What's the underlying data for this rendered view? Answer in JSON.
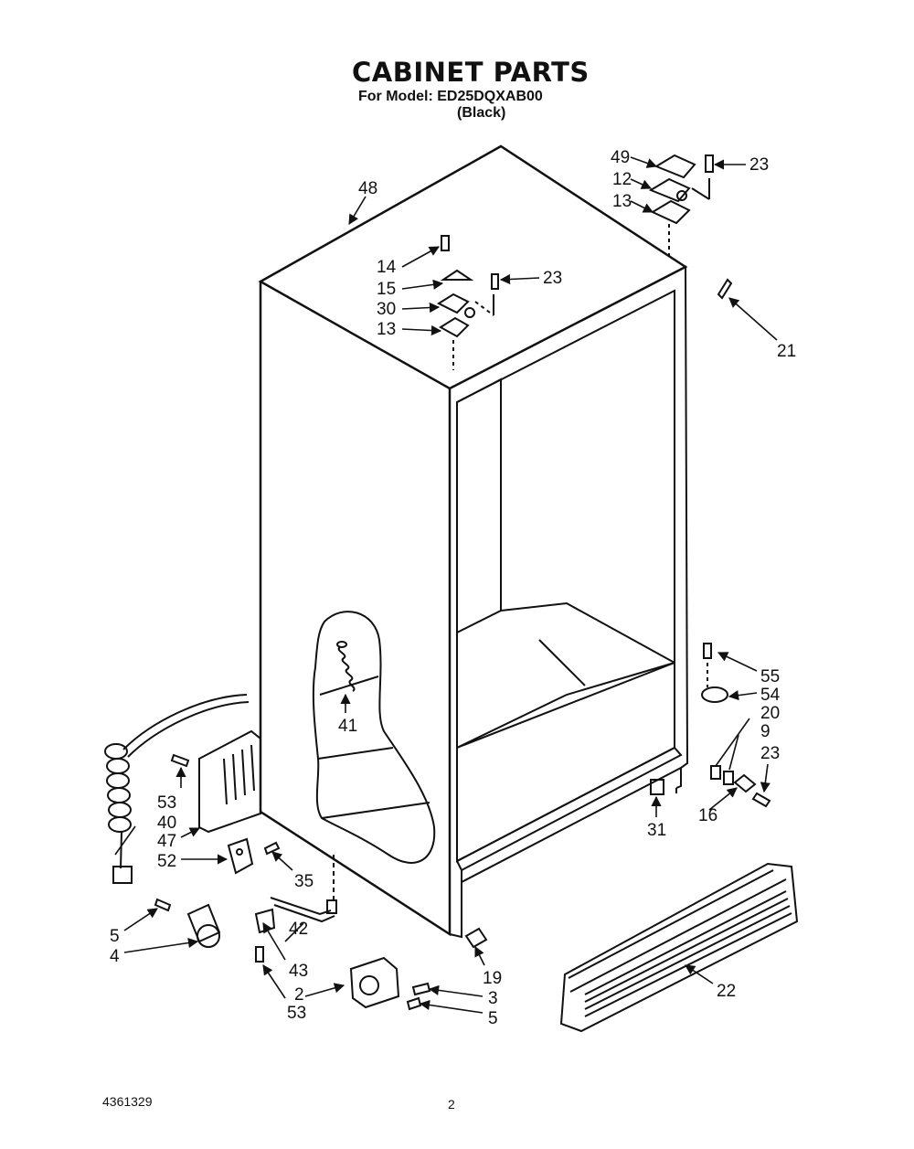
{
  "header": {
    "title": "CABINET PARTS",
    "model_line": "For Model: ED25DQXAB00",
    "color_line": "(Black)"
  },
  "footer": {
    "document_number": "4361329",
    "page_number": "2"
  },
  "callouts": [
    {
      "id": "c49",
      "text": "49"
    },
    {
      "id": "c12a",
      "text": "12"
    },
    {
      "id": "c13a",
      "text": "13"
    },
    {
      "id": "c23a",
      "text": "23"
    },
    {
      "id": "c48",
      "text": "48"
    },
    {
      "id": "c14",
      "text": "14"
    },
    {
      "id": "c15",
      "text": "15"
    },
    {
      "id": "c30",
      "text": "30"
    },
    {
      "id": "c13b",
      "text": "13"
    },
    {
      "id": "c23b",
      "text": "23"
    },
    {
      "id": "c21",
      "text": "21"
    },
    {
      "id": "c41",
      "text": "41"
    },
    {
      "id": "c55",
      "text": "55"
    },
    {
      "id": "c54",
      "text": "54"
    },
    {
      "id": "c20",
      "text": "20"
    },
    {
      "id": "c9",
      "text": "9"
    },
    {
      "id": "c23c",
      "text": "23"
    },
    {
      "id": "c16",
      "text": "16"
    },
    {
      "id": "c31",
      "text": "31"
    },
    {
      "id": "c53a",
      "text": "53"
    },
    {
      "id": "c40",
      "text": "40"
    },
    {
      "id": "c47",
      "text": "47"
    },
    {
      "id": "c52",
      "text": "52"
    },
    {
      "id": "c35",
      "text": "35"
    },
    {
      "id": "c5a",
      "text": "5"
    },
    {
      "id": "c4",
      "text": "4"
    },
    {
      "id": "c42",
      "text": "42"
    },
    {
      "id": "c43",
      "text": "43"
    },
    {
      "id": "c2",
      "text": "2"
    },
    {
      "id": "c53b",
      "text": "53"
    },
    {
      "id": "c19",
      "text": "19"
    },
    {
      "id": "c3",
      "text": "3"
    },
    {
      "id": "c5b",
      "text": "5"
    },
    {
      "id": "c22",
      "text": "22"
    }
  ]
}
